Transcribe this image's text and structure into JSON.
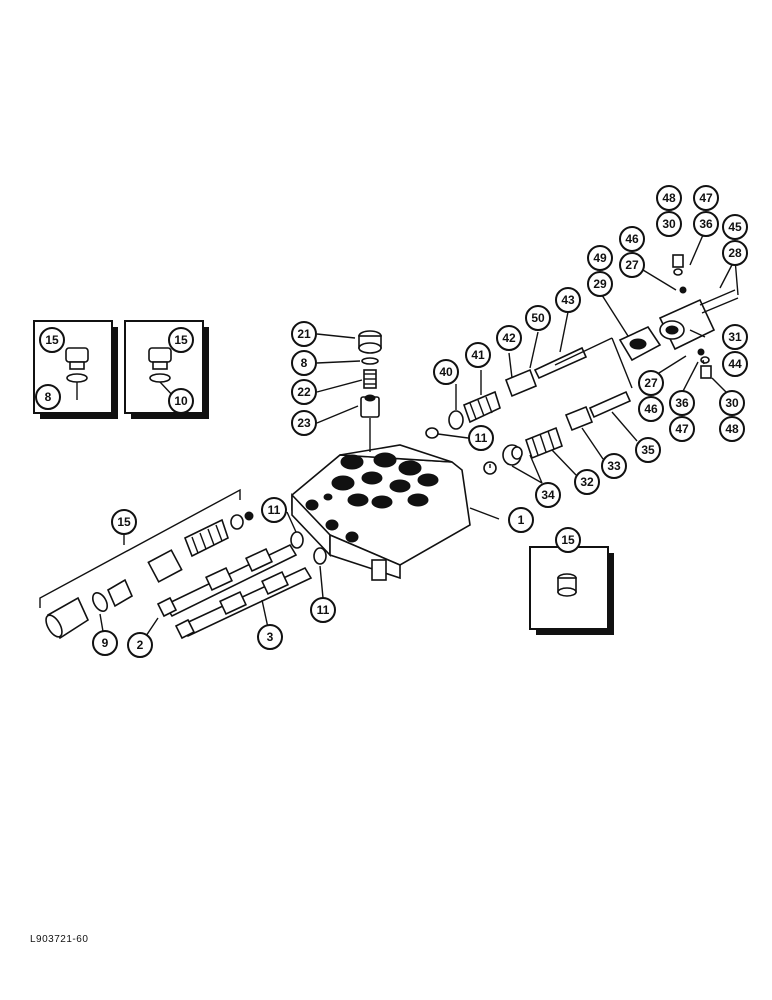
{
  "figure_code": "L903721-60",
  "callouts": {
    "c1": "1",
    "c2": "2",
    "c3": "3",
    "c8a": "8",
    "c8b": "8",
    "c9": "9",
    "c10": "10",
    "c11a": "11",
    "c11b": "11",
    "c11c": "11",
    "c15a": "15",
    "c15b": "15",
    "c15c": "15",
    "c15d": "15",
    "c21": "21",
    "c22": "22",
    "c23": "23",
    "c27a": "27",
    "c27b": "27",
    "c28": "28",
    "c29": "29",
    "c30a": "30",
    "c30b": "30",
    "c31": "31",
    "c32": "32",
    "c33": "33",
    "c34": "34",
    "c35": "35",
    "c36a": "36",
    "c36b": "36",
    "c40": "40",
    "c41": "41",
    "c42": "42",
    "c43": "43",
    "c44": "44",
    "c45": "45",
    "c46a": "46",
    "c46b": "46",
    "c47a": "47",
    "c47b": "47",
    "c48a": "48",
    "c48b": "48",
    "c49": "49",
    "c50": "50"
  }
}
